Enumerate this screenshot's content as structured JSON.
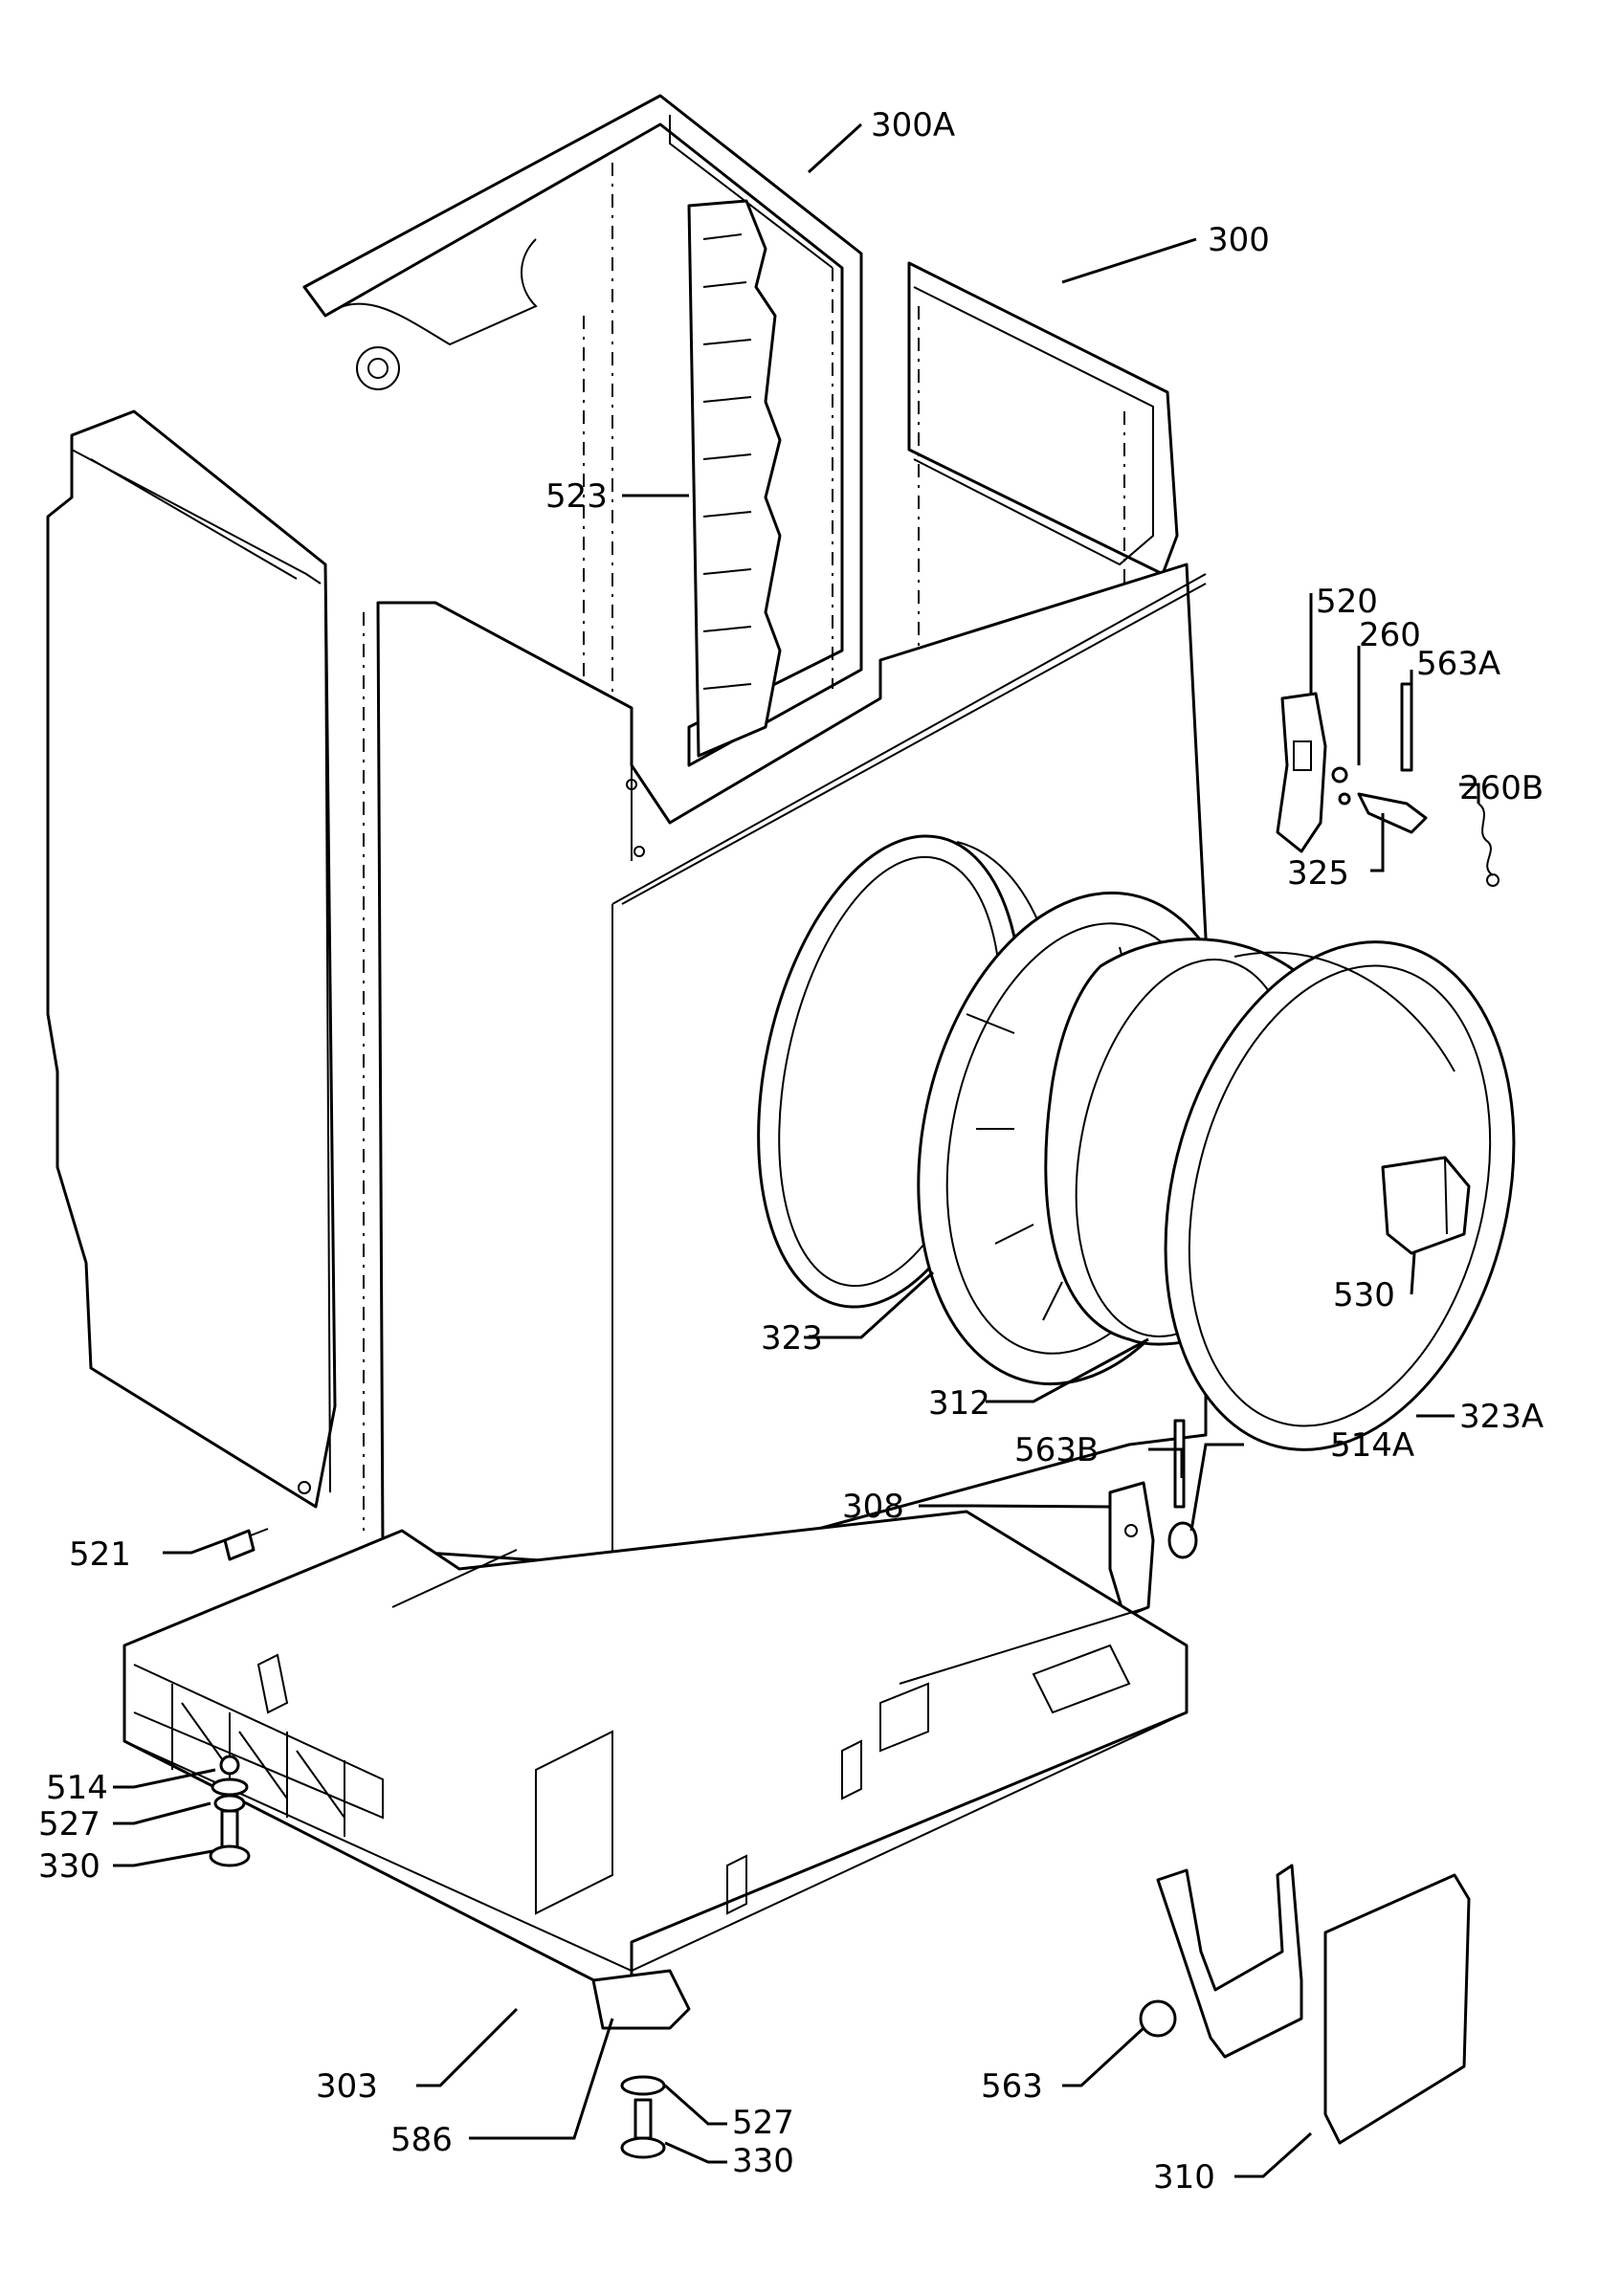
{
  "labels": {
    "p300A": "300A",
    "p300": "300",
    "p523": "523",
    "p520": "520",
    "p260": "260",
    "p563A": "563A",
    "p260B": "260B",
    "p325": "325",
    "p530": "530",
    "p323": "323",
    "p312": "312",
    "p323A": "323A",
    "p563B": "563B",
    "p514A": "514A",
    "p308": "308",
    "p521": "521",
    "p514": "514",
    "p527a": "527",
    "p330a": "330",
    "p303": "303",
    "p586": "586",
    "p527b": "527",
    "p330b": "330",
    "p563": "563",
    "p310": "310"
  }
}
